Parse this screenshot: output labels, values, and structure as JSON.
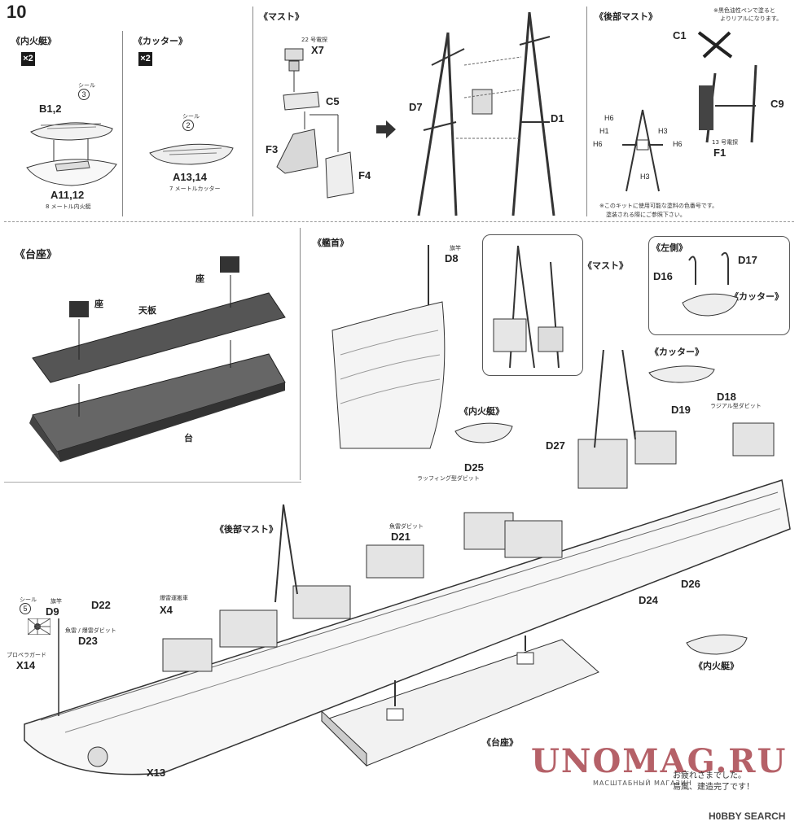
{
  "step": "10",
  "top_row": {
    "launch": {
      "title": "《内火艇》",
      "multiplier": "×2",
      "seal_label": "シール",
      "seal_num": "3",
      "part_top": "B1,2",
      "part_bottom": "A11,12",
      "caption": "8 メートル内火艇"
    },
    "cutter": {
      "title": "《カッター》",
      "multiplier": "×2",
      "seal_label": "シール",
      "seal_num": "2",
      "part": "A13,14",
      "caption": "7 メートルカッター"
    },
    "mast": {
      "title": "《マスト》",
      "radar_note": "22 号電探",
      "parts": [
        "X7",
        "C5",
        "F3",
        "F4",
        "D7",
        "D1"
      ]
    },
    "rear_mast": {
      "title": "《後部マスト》",
      "note_line1": "※黒色油性ペンで塗ると",
      "note_line2": "よりリアルになります。",
      "parts": [
        "C1",
        "C9",
        "F1"
      ],
      "radar_note": "13 号電探",
      "h_labels": [
        "H6",
        "H1",
        "H6",
        "H3",
        "H6",
        "H3"
      ],
      "footnote_line1": "※このキットに使用可能な塗料の色番号です。",
      "footnote_line2": "塗装される際にご参照下さい。"
    }
  },
  "base_section": {
    "title": "《台座》",
    "seat_left": "座",
    "seat_right": "座",
    "top_plate": "天板",
    "stand": "台"
  },
  "bow_section": {
    "title": "《艦首》",
    "flagpole_note": "旗竿",
    "part": "D8"
  },
  "inset_mast": {
    "title": "《マスト》"
  },
  "side_panel": {
    "title": "《左側》",
    "parts": [
      "D16",
      "D17"
    ],
    "cutter": "《カッター》"
  },
  "main_callouts": {
    "cutter": "《カッター》",
    "launch_upper": "《内火艇》",
    "launch_lower": "《内火艇》",
    "rear_mast": "《後部マスト》",
    "base": "《台座》",
    "d19": "D19",
    "d18": "D18",
    "d18_note": "ラジアル型ダビット",
    "d27": "D27",
    "d25": "D25",
    "d25_note": "ラッフィング型ダビット",
    "d21": "D21",
    "d21_note": "魚雷ダビット",
    "d22": "D22",
    "x4": "X4",
    "x4_note": "爆雷運搬車",
    "d9": "D9",
    "d9_note": "旗竿",
    "seal_note": "シール",
    "seal_num": "5",
    "d23": "D23",
    "d23_note": "魚雷 / 爆雷ダビット",
    "x14": "X14",
    "x14_note": "プロペラガード",
    "x13": "X13",
    "d24": "D24",
    "d26": "D26"
  },
  "watermark": {
    "text": "UNOMAG.RU",
    "sub": "МАСШТАБНЫЙ МАГАЗИН",
    "jp_line1": "お疲れさまでした。",
    "jp_line2": "島風、建造完了です！"
  },
  "credit": "H0BBY SEARCH"
}
